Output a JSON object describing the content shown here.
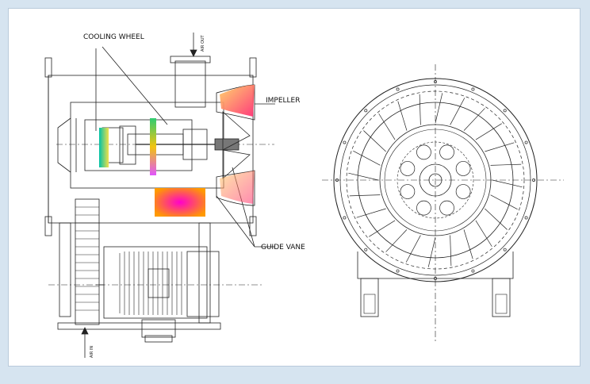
{
  "labels": {
    "cooling_wheel": "COOLING WHEEL",
    "impeller": "IMPELLER",
    "guide_vane": "GUIDE VANE",
    "air_out": "AIR OUT",
    "air_in": "AIR IN"
  },
  "colors": {
    "frame_bg": "#d6e4f0",
    "line": "#222222",
    "impeller_gradient": [
      "#ffd060",
      "#ff2a70"
    ],
    "cooling_wheel_gradient": [
      "#2ecc71",
      "#f1c40f",
      "#e056fd"
    ],
    "motor_box_gradient": [
      "#ff8a00",
      "#ff00cc"
    ]
  }
}
